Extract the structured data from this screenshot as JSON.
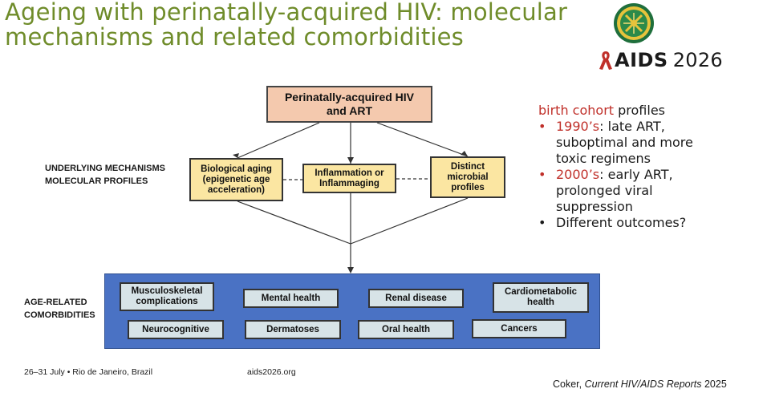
{
  "slide": {
    "title_line1": "Ageing with perinatally-acquired HIV: molecular",
    "title_line2": "mechanisms and related comorbidities",
    "brand": {
      "aids_word": "AIDS",
      "year": "2026",
      "ribbon_color": "#c0302a",
      "title_color": "#6f8c2a"
    }
  },
  "diagram": {
    "root": {
      "line1": "Perinatally-acquired HIV",
      "line2": "and ART"
    },
    "mechanisms_label": {
      "line1": "UNDERLYING MECHANISMS",
      "line2": "MOLECULAR PROFILES"
    },
    "mechanisms": [
      {
        "line1": "Biological aging",
        "line2": "(epigenetic age",
        "line3": "acceleration)"
      },
      {
        "line1": "Inflammation or",
        "line2": "Inflammaging"
      },
      {
        "line1": "Distinct",
        "line2": "microbial",
        "line3": "profiles"
      }
    ],
    "comorbidities_label": {
      "line1": "AGE-RELATED",
      "line2": "COMORBIDITIES"
    },
    "comorbidities": [
      {
        "line1": "Musculoskeletal",
        "line2": "complications"
      },
      {
        "line1": "Mental health"
      },
      {
        "line1": "Renal disease"
      },
      {
        "line1": "Cardiometabolic",
        "line2": "health"
      },
      {
        "line1": "Neurocognitive"
      },
      {
        "line1": "Dermatoses"
      },
      {
        "line1": "Oral health"
      },
      {
        "line1": "Cancers"
      }
    ]
  },
  "right_panel": {
    "heading_red": "birth cohort",
    "heading_rest": " profiles",
    "bullets": [
      {
        "red": "1990’s",
        "line1_rest": ": late ART,",
        "line2": "suboptimal and more",
        "line3": "toxic regimens"
      },
      {
        "red": "2000’s",
        "line1_rest": ": early ART,",
        "line2": "prolonged viral",
        "line3": "suppression"
      },
      {
        "text": "Different outcomes?"
      }
    ],
    "bullet_glyph": "•"
  },
  "footer": {
    "dates": "26–31 July  •  Rio de Janeiro, Brazil",
    "site": "aids2026.org",
    "citation_author": "Coker, ",
    "citation_journal": "Current HIV/AIDS Reports",
    "citation_year": " 2025"
  },
  "icons": {
    "emblem": "conference-emblem-icon",
    "ribbon": "red-ribbon-icon"
  }
}
